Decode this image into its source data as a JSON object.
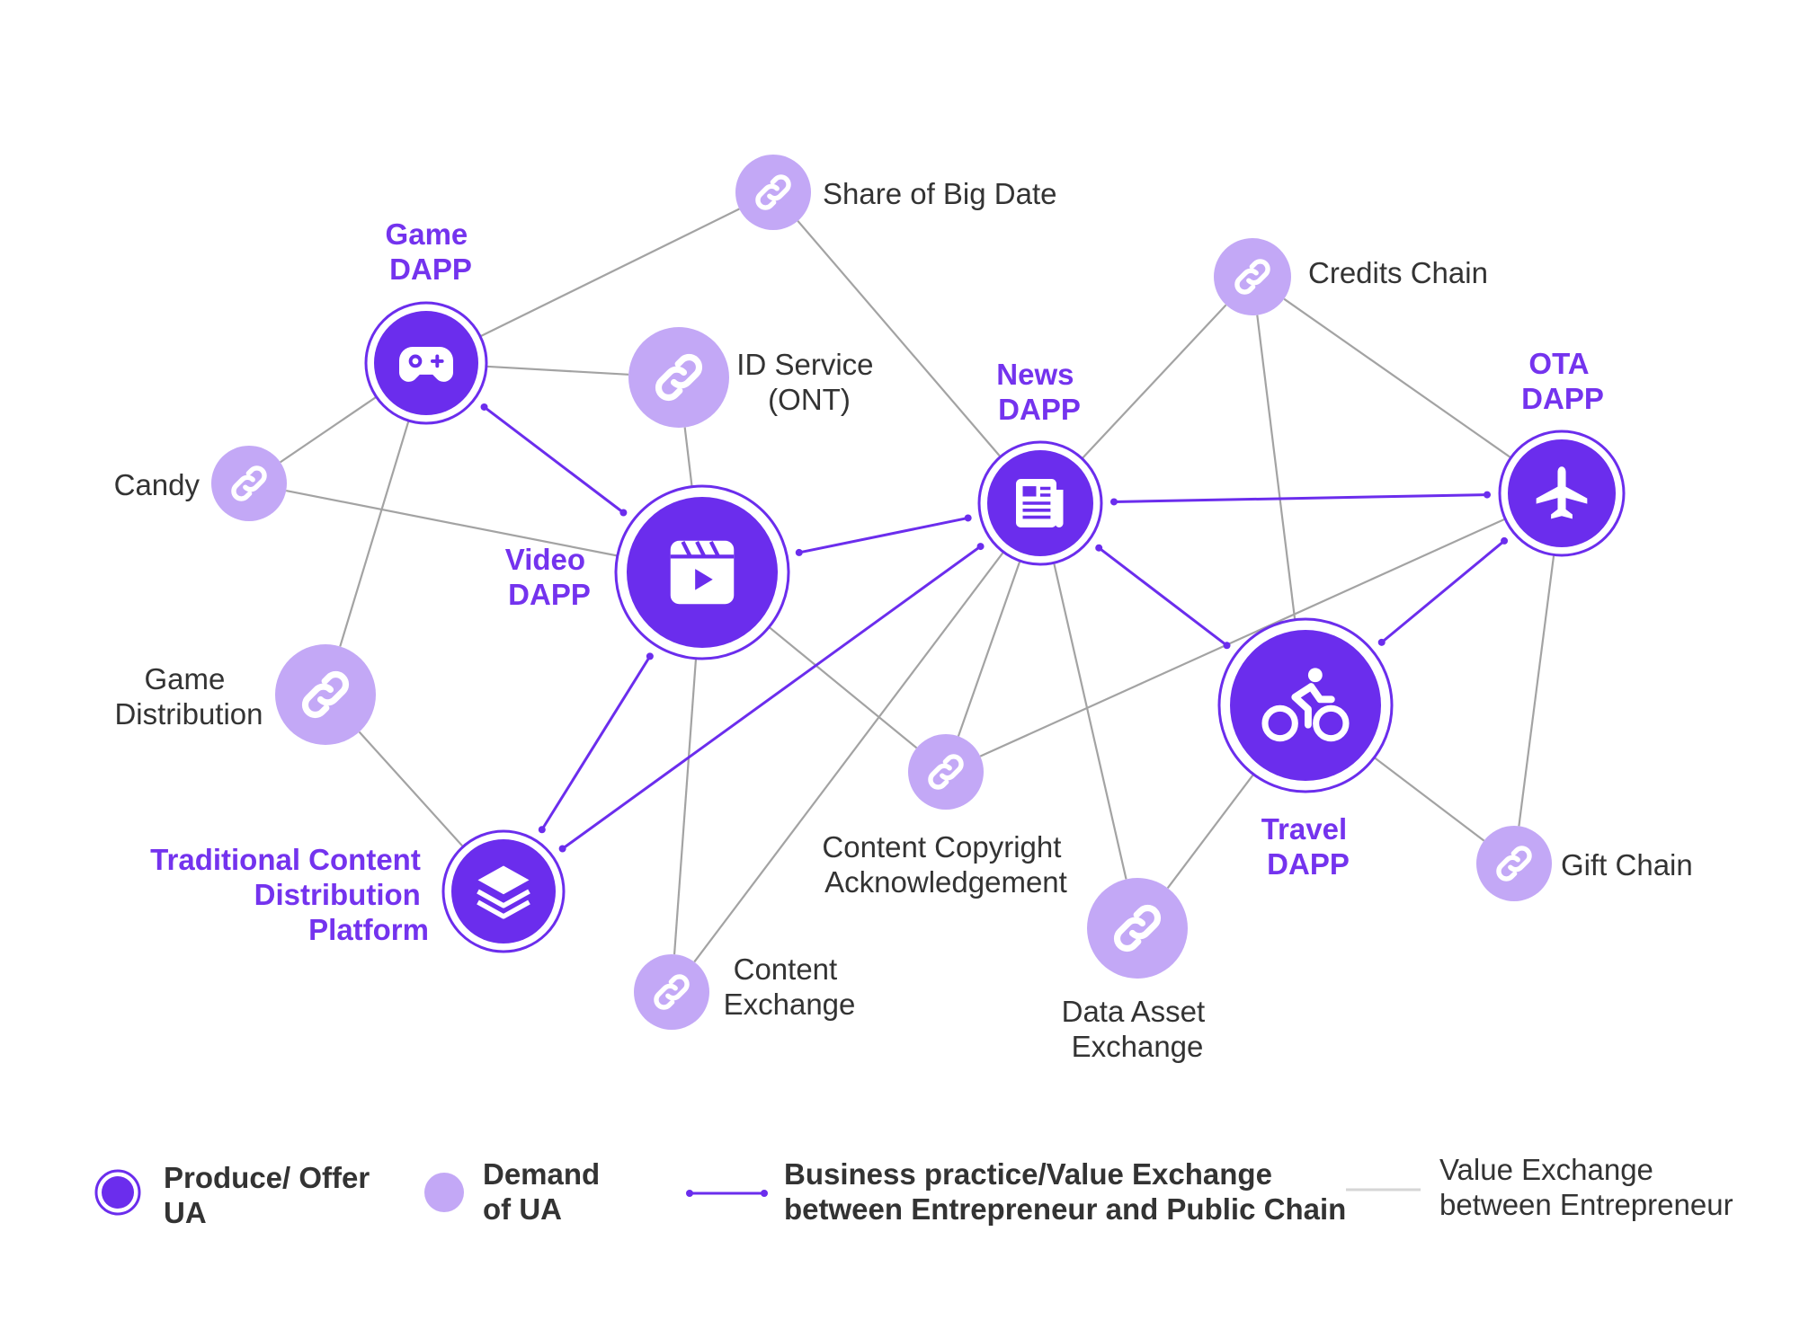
{
  "colors": {
    "purple": "#6b2ded",
    "purple_light": "#c3a8f6",
    "gray_line": "#a3a3a3",
    "label_dapp": "#7433ee",
    "label_text": "#333333"
  },
  "nodes": {
    "game": {
      "label": [
        "Game",
        "DAPP"
      ],
      "icon": "gamepad-icon"
    },
    "video": {
      "label": [
        "Video",
        "DAPP"
      ],
      "icon": "video-icon"
    },
    "news": {
      "label": [
        "News",
        "DAPP"
      ],
      "icon": "newspaper-icon"
    },
    "ota": {
      "label": [
        "OTA",
        "DAPP"
      ],
      "icon": "airplane-icon"
    },
    "travel": {
      "label": [
        "Travel",
        "DAPP"
      ],
      "icon": "bicycle-icon"
    },
    "traditional": {
      "label": [
        "Traditional Content",
        "Distribution",
        "Platform"
      ],
      "icon": "layers-icon"
    },
    "share_big_date": {
      "label": [
        "Share of Big Date"
      ],
      "icon": "link-icon"
    },
    "credits_chain": {
      "label": [
        "Credits Chain"
      ],
      "icon": "link-icon"
    },
    "id_service": {
      "label": [
        "ID Service",
        "(ONT)"
      ],
      "icon": "link-icon"
    },
    "candy": {
      "label": [
        "Candy"
      ],
      "icon": "link-icon"
    },
    "game_distribution": {
      "label": [
        "Game",
        "Distribution"
      ],
      "icon": "link-icon"
    },
    "content_copyright": {
      "label": [
        "Content Copyright",
        "Acknowledgement"
      ],
      "icon": "link-icon"
    },
    "content_exchange": {
      "label": [
        "Content",
        "Exchange"
      ],
      "icon": "link-icon"
    },
    "data_asset": {
      "label": [
        "Data Asset",
        "Exchange"
      ],
      "icon": "link-icon"
    },
    "gift_chain": {
      "label": [
        "Gift Chain"
      ],
      "icon": "link-icon"
    }
  },
  "links": {
    "value_exchange_entrepreneur": [
      [
        "game",
        "share_big_date"
      ],
      [
        "game",
        "id_service"
      ],
      [
        "game",
        "candy"
      ],
      [
        "game",
        "game_distribution"
      ],
      [
        "share_big_date",
        "news"
      ],
      [
        "id_service",
        "video"
      ],
      [
        "candy",
        "video"
      ],
      [
        "video",
        "content_exchange"
      ],
      [
        "video",
        "content_copyright"
      ],
      [
        "game_distribution",
        "traditional"
      ],
      [
        "news",
        "credits_chain"
      ],
      [
        "news",
        "content_exchange"
      ],
      [
        "news",
        "content_copyright"
      ],
      [
        "news",
        "data_asset"
      ],
      [
        "credits_chain",
        "ota"
      ],
      [
        "credits_chain",
        "travel"
      ],
      [
        "ota",
        "content_copyright"
      ],
      [
        "ota",
        "gift_chain"
      ],
      [
        "travel",
        "data_asset"
      ],
      [
        "travel",
        "gift_chain"
      ]
    ],
    "business_practice": [
      [
        "game",
        "video"
      ],
      [
        "video",
        "news"
      ],
      [
        "news",
        "ota"
      ],
      [
        "news",
        "travel"
      ],
      [
        "ota",
        "travel"
      ],
      [
        "video",
        "traditional"
      ],
      [
        "news",
        "traditional"
      ]
    ]
  },
  "legend": {
    "produce": [
      "Produce/ Offer",
      "UA"
    ],
    "demand": [
      "Demand",
      "of UA"
    ],
    "business": [
      "Business practice/Value Exchange",
      "between Entrepreneur and Public Chain"
    ],
    "value": [
      "Value Exchange",
      "between Entrepreneur"
    ]
  }
}
